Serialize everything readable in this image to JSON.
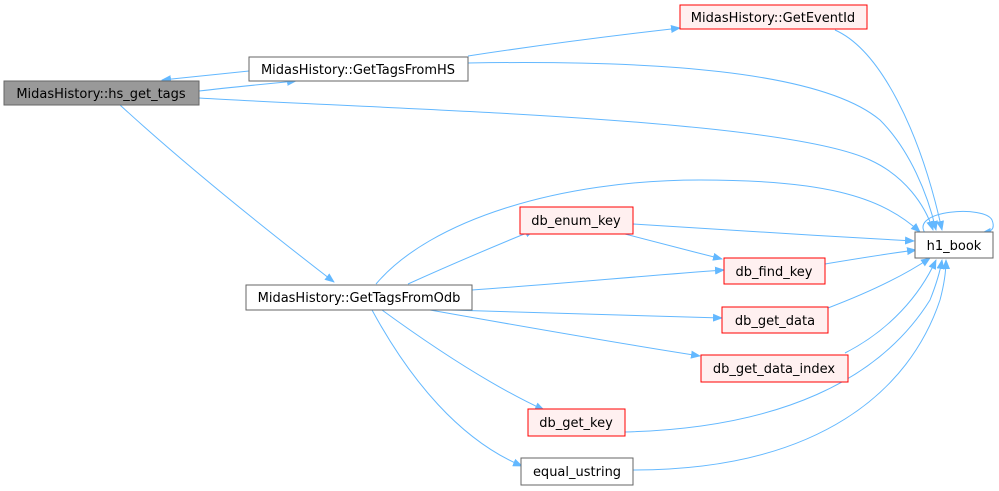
{
  "colors": {
    "edge": "#63b8ff",
    "root_fill": "#999999",
    "root_stroke": "#666666",
    "plain_fill": "#ffffff",
    "plain_stroke": "#666666",
    "red_fill": "#fff0f0",
    "red_stroke": "#ff0000",
    "text": "#000000"
  },
  "nodes": [
    {
      "id": "hs_get_tags",
      "label": "MidasHistory::hs_get_tags",
      "style": "root"
    },
    {
      "id": "GetTagsFromHS",
      "label": "MidasHistory::GetTagsFromHS",
      "style": "plain"
    },
    {
      "id": "GetEventId",
      "label": "MidasHistory::GetEventId",
      "style": "red"
    },
    {
      "id": "h1_book",
      "label": "h1_book",
      "style": "plain"
    },
    {
      "id": "GetTagsFromOdb",
      "label": "MidasHistory::GetTagsFromOdb",
      "style": "plain"
    },
    {
      "id": "db_enum_key",
      "label": "db_enum_key",
      "style": "red"
    },
    {
      "id": "db_find_key",
      "label": "db_find_key",
      "style": "red"
    },
    {
      "id": "db_get_data",
      "label": "db_get_data",
      "style": "red"
    },
    {
      "id": "db_get_data_index",
      "label": "db_get_data_index",
      "style": "red"
    },
    {
      "id": "db_get_key",
      "label": "db_get_key",
      "style": "red"
    },
    {
      "id": "equal_ustring",
      "label": "equal_ustring",
      "style": "plain"
    }
  ],
  "edges": [
    {
      "from": "GetTagsFromHS",
      "to": "hs_get_tags"
    },
    {
      "from": "hs_get_tags",
      "to": "GetTagsFromHS"
    },
    {
      "from": "hs_get_tags",
      "to": "h1_book"
    },
    {
      "from": "hs_get_tags",
      "to": "GetTagsFromOdb"
    },
    {
      "from": "GetTagsFromHS",
      "to": "GetEventId"
    },
    {
      "from": "GetTagsFromHS",
      "to": "h1_book"
    },
    {
      "from": "GetEventId",
      "to": "h1_book"
    },
    {
      "from": "h1_book",
      "to": "h1_book"
    },
    {
      "from": "GetTagsFromOdb",
      "to": "h1_book"
    },
    {
      "from": "GetTagsFromOdb",
      "to": "db_enum_key"
    },
    {
      "from": "GetTagsFromOdb",
      "to": "db_find_key"
    },
    {
      "from": "GetTagsFromOdb",
      "to": "db_get_data"
    },
    {
      "from": "GetTagsFromOdb",
      "to": "db_get_data_index"
    },
    {
      "from": "GetTagsFromOdb",
      "to": "db_get_key"
    },
    {
      "from": "GetTagsFromOdb",
      "to": "equal_ustring"
    },
    {
      "from": "db_enum_key",
      "to": "h1_book"
    },
    {
      "from": "db_enum_key",
      "to": "db_find_key"
    },
    {
      "from": "db_find_key",
      "to": "h1_book"
    },
    {
      "from": "db_get_data",
      "to": "h1_book"
    },
    {
      "from": "db_get_data_index",
      "to": "h1_book"
    },
    {
      "from": "db_get_key",
      "to": "h1_book"
    },
    {
      "from": "equal_ustring",
      "to": "h1_book"
    }
  ]
}
